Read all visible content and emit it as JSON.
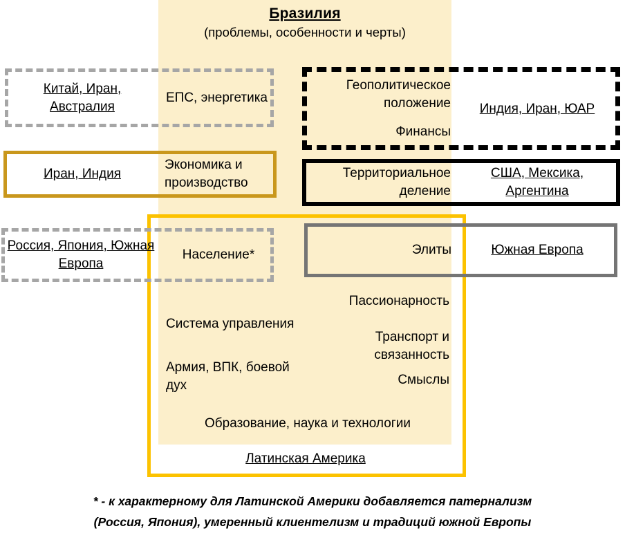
{
  "title": {
    "main": "Бразилия",
    "sub": "(проблемы, особенности и черты)"
  },
  "rows": [
    {
      "outer_label": "Китай, Иран, Австралия",
      "outer_side": "left",
      "inner_label": "ЕПС, энергетика",
      "frame_style": "gray-dashed"
    },
    {
      "outer_label": "Индия, Иран, ЮАР",
      "outer_side": "right",
      "inner_label": "Геополитическое положение",
      "inner_label_2": "Финансы",
      "frame_style": "black-dashed"
    },
    {
      "outer_label": "Иран, Индия",
      "outer_side": "left",
      "inner_label": "Экономика и производство",
      "frame_style": "gold"
    },
    {
      "outer_label": "США, Мексика, Аргентина",
      "outer_side": "right",
      "inner_label": "Территориальное деление",
      "frame_style": "black-solid"
    },
    {
      "outer_label": "Россия, Япония, Южная Европа",
      "outer_side": "left",
      "inner_label": "Население*",
      "frame_style": "gray-dashed"
    },
    {
      "outer_label": "Южная Европа",
      "outer_side": "right",
      "inner_label": "Элиты",
      "frame_style": "gray-solid"
    }
  ],
  "center_items": {
    "left_col": [
      "Система управления",
      "Армия, ВПК, боевой дух"
    ],
    "right_col": [
      "Пассионарность",
      "Транспорт и связанность",
      "Смыслы"
    ],
    "wide": "Образование, наука и технологии",
    "footer_label": "Латинская Америка"
  },
  "footnote": {
    "line1": "* - к характерному для Латинской Америки добавляется патернализм",
    "line2": "(Россия, Япония), умеренный клиентелизм и традиций южной Европы"
  },
  "colors": {
    "cream": "#FCEFCB",
    "yellow": "#FCC200",
    "gold": "#C9971C",
    "gray_dash": "#A6A6A6",
    "gray_solid": "#757575",
    "black": "#000000"
  }
}
